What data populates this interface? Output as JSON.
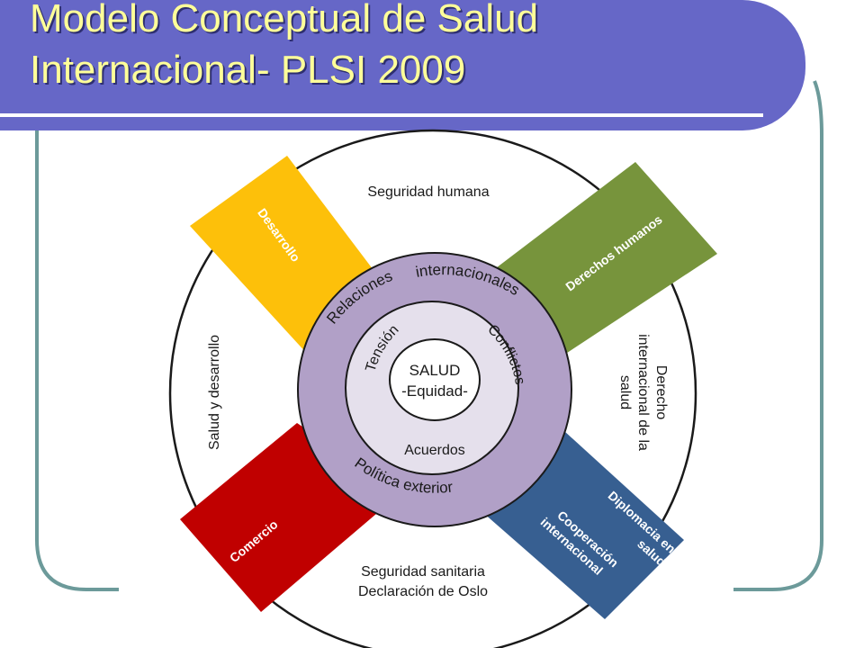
{
  "slide": {
    "title_line1": "Modelo Conceptual de Salud",
    "title_line2": "Internacional- PLSI 2009"
  },
  "diagram": {
    "center_line1": "SALUD",
    "center_line2": "-Equidad-",
    "inner_ring": {
      "top_left": "Tensión",
      "top_right": "Conflictos",
      "bottom": "Acuerdos"
    },
    "middle_ring": {
      "top_left": "Relaciones",
      "top_right": "internacionales",
      "bottom": "Política exterior"
    },
    "outer_ring": {
      "top": "Seguridad humana",
      "left": "Salud y desarrollo",
      "right_line1": "Derecho",
      "right_line2": "internacional de la",
      "right_line3": "salud",
      "bottom_line1": "Seguridad sanitaria",
      "bottom_line2": "Declaración de Oslo"
    },
    "bands": {
      "top_left": "Desarrollo",
      "top_right": "Derechos humanos",
      "bottom_left": "Comercio",
      "bottom_right_1a": "Diplomacia en",
      "bottom_right_1b": "salud",
      "bottom_right_2a": "Cooperación",
      "bottom_right_2b": "internacional"
    }
  },
  "colors": {
    "title_bar": "#6667c7",
    "title_text": "#ffff99",
    "frame_line": "#6c9a9a",
    "desarrollo": "#fdc00a",
    "derechos_humanos": "#77943c",
    "comercio": "#c00000",
    "diplomacia": "#375f91",
    "middle_ring": "#b1a0c7",
    "inner_ring": "#e5e0ec"
  }
}
